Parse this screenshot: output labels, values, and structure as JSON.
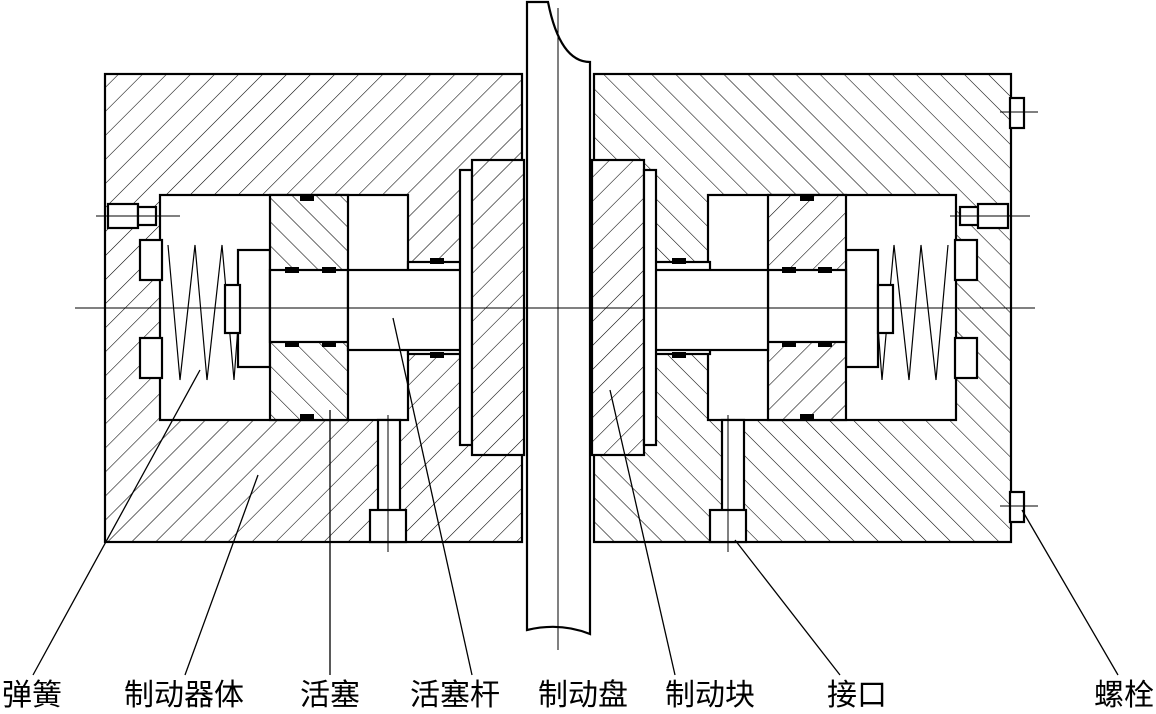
{
  "labels": {
    "spring": "弹簧",
    "brake_body": "制动器体",
    "piston": "活塞",
    "piston_rod": "活塞杆",
    "brake_disc": "制动盘",
    "brake_block": "制动块",
    "port": "接口",
    "bolt": "螺栓"
  }
}
